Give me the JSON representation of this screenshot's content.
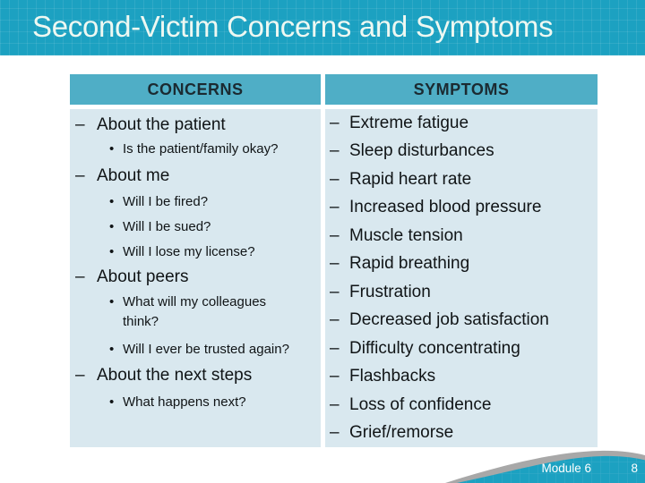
{
  "slide": {
    "title": "Second-Victim Concerns and Symptoms",
    "footer": {
      "module_label": "Module 6",
      "page_number": "8"
    }
  },
  "markers": {
    "dash": "–",
    "bullet": "•"
  },
  "table": {
    "concerns": {
      "header": "CONCERNS",
      "items": [
        {
          "level": 1,
          "text": "About the patient"
        },
        {
          "level": 2,
          "text": "Is the patient/family okay?"
        },
        {
          "level": 1,
          "text": "About me"
        },
        {
          "level": 2,
          "text": "Will I be fired?"
        },
        {
          "level": 2,
          "text": "Will I be sued?"
        },
        {
          "level": 2,
          "text": "Will I lose my license?"
        },
        {
          "level": 1,
          "text": "About peers"
        },
        {
          "level": 2,
          "text": "What will my colleagues think?"
        },
        {
          "level": 2,
          "text": "Will I ever be trusted again?"
        },
        {
          "level": 1,
          "text": "About the next steps"
        },
        {
          "level": 2,
          "text": "What happens next?"
        }
      ]
    },
    "symptoms": {
      "header": "SYMPTOMS",
      "items": [
        "Extreme fatigue",
        "Sleep disturbances",
        "Rapid heart rate",
        "Increased blood pressure",
        "Muscle tension",
        "Rapid breathing",
        "Frustration",
        "Decreased job satisfaction",
        "Difficulty concentrating",
        "Flashbacks",
        "Loss of confidence",
        "Grief/remorse"
      ]
    }
  },
  "colors": {
    "banner_teal": "#1CA1C1",
    "table_header_teal": "#4FAEC6",
    "table_body_blue": "#D9E8EF",
    "swoosh_shadow_gray": "#A8A8A8",
    "title_text": "#EEF8F2",
    "body_text": "#101416",
    "header_text": "#1B2A31"
  }
}
